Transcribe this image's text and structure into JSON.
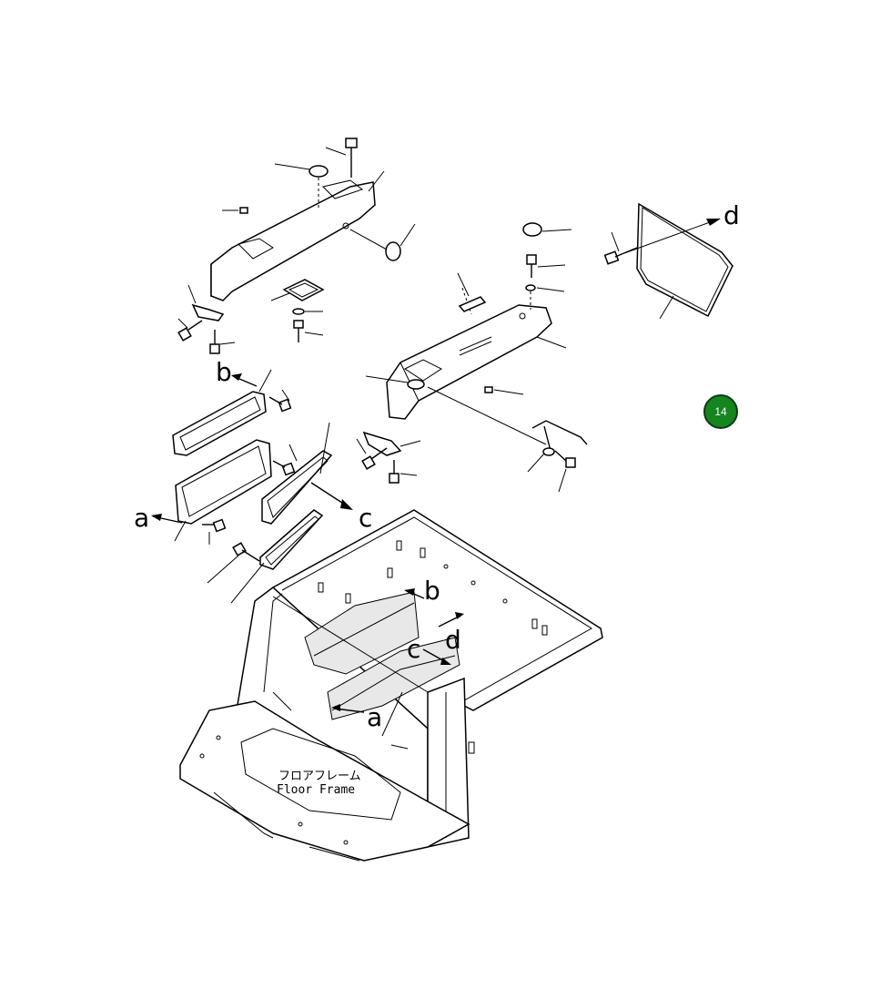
{
  "diagram": {
    "callouts": [
      {
        "id": "b1",
        "text": "b"
      },
      {
        "id": "a1",
        "text": "a"
      },
      {
        "id": "c1",
        "text": "c"
      },
      {
        "id": "d1",
        "text": "d"
      },
      {
        "id": "b2",
        "text": "b"
      },
      {
        "id": "c2",
        "text": "c"
      },
      {
        "id": "d2",
        "text": "d"
      },
      {
        "id": "a2",
        "text": "a"
      }
    ],
    "frame_label_jp": "フロアフレーム",
    "frame_label_en": "Floor Frame",
    "page_badge": "14"
  }
}
